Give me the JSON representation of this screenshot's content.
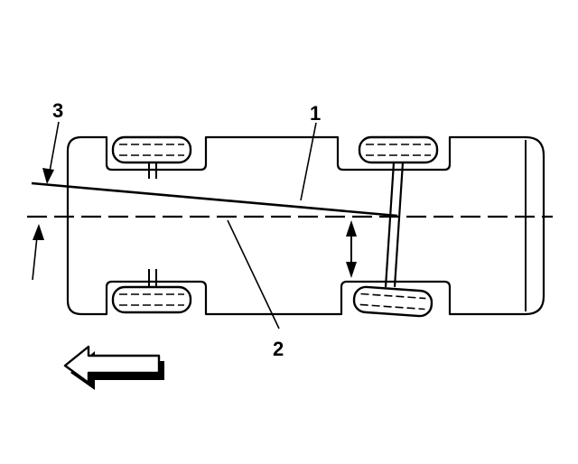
{
  "callouts": {
    "c1": "1",
    "c2": "2",
    "c3": "3"
  },
  "colors": {
    "ink": "#000000",
    "paper": "#ffffff"
  },
  "icons": [
    "forward-direction-arrow-icon",
    "dimension-arrow-icon"
  ]
}
